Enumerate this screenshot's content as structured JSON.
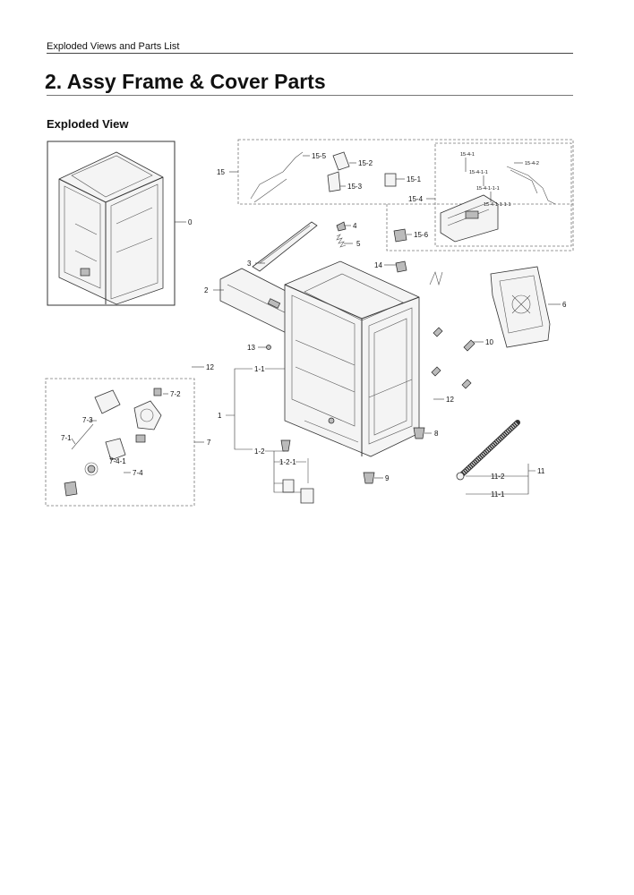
{
  "header": {
    "breadcrumb": "Exploded Views and Parts List"
  },
  "section": {
    "title": "2.  Assy Frame & Cover Parts",
    "subtitle": "Exploded View"
  },
  "labels": {
    "p0": "0",
    "p1": "1",
    "p1_1": "1-1",
    "p1_2": "1-2",
    "p1_2_1": "1-2-1",
    "p2": "2",
    "p3": "3",
    "p4": "4",
    "p5": "5",
    "p6": "6",
    "p7": "7",
    "p7_1": "7-1",
    "p7_2": "7-2",
    "p7_3": "7-3",
    "p7_4": "7-4",
    "p7_4_1": "7-4-1",
    "p8": "8",
    "p9": "9",
    "p10": "10",
    "p11": "11",
    "p11_1": "11-1",
    "p11_2": "11-2",
    "p12a": "12",
    "p12b": "12",
    "p13": "13",
    "p14": "14",
    "p15": "15",
    "p15_1": "15-1",
    "p15_2": "15-2",
    "p15_3": "15-3",
    "p15_4": "15-4",
    "p15_5": "15-5",
    "p15_6": "15-6",
    "p15_4_1": "15-4-1",
    "p15_4_2": "15-4-2",
    "p15_4_1_1": "15-4-1-1",
    "p15_4_1_1_1": "15-4-1-1-1",
    "p15_4_1_1_1_1": "15-4-1-1-1-1"
  }
}
